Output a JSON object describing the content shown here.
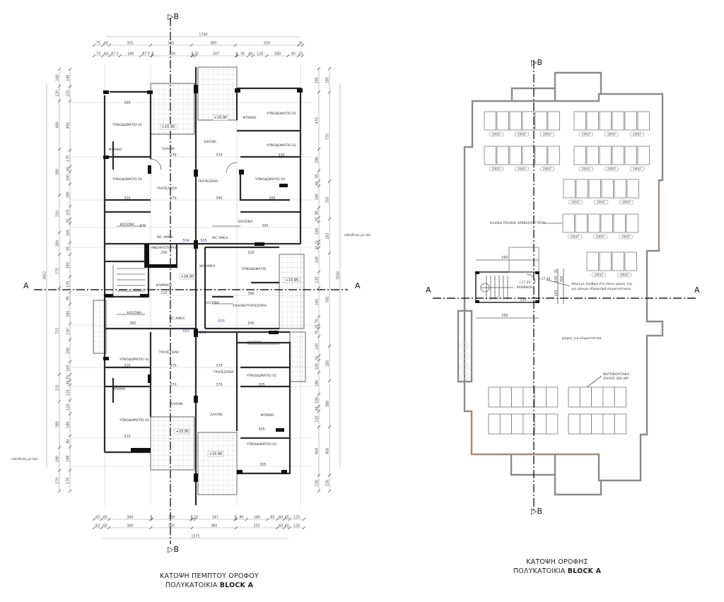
{
  "left_plan": {
    "title_line1": "ΚΑΤΟΨΗ ΠΕΜΠΤΟΥ ΟΡΟΦΟΥ",
    "title_line2_prefix": "ΠΟΛΥΚΑΤΟΙΚΙΑ ",
    "title_line2_bold": "BLOCK A",
    "section_a": "A",
    "section_b": "B",
    "top_total": "1700",
    "top_chain_1": [
      "75",
      "60",
      "355",
      "355",
      "380",
      "550",
      "35"
    ],
    "top_chain_2": [
      "75",
      "60",
      "87.5",
      "180",
      "87.5",
      "8",
      "339",
      "8",
      "25",
      "347",
      "8",
      "95",
      "40",
      "120",
      "180",
      "90",
      "35"
    ],
    "bottom_chain_1": [
      "65",
      "65",
      "360",
      "8",
      "339",
      "8",
      "25",
      "347",
      "8",
      "90",
      "180",
      "85",
      "60",
      "45",
      "125"
    ],
    "bottom_chain_2": [
      "65",
      "65",
      "360",
      "355",
      "380",
      "355",
      "60",
      "45",
      "125"
    ],
    "bottom_total": "1575",
    "left_total": "3653",
    "left_chain_outer": [
      "140",
      "120",
      "400",
      "380",
      "310",
      "180",
      "275",
      "715",
      "225",
      "380",
      "190",
      "170"
    ],
    "left_chain_inner": [
      "140",
      "120",
      "400",
      "135",
      "40",
      "100",
      "180",
      "105",
      "35",
      "160",
      "95",
      "180",
      "130",
      "95",
      "160",
      "130",
      "180",
      "105",
      "45",
      "40",
      "125",
      "110",
      "180",
      "90",
      "190",
      "170"
    ],
    "right_total": "3560",
    "right_chain_outer": [
      "195",
      "735",
      "310",
      "283",
      "765",
      "285",
      "380",
      "400",
      "130"
    ],
    "right_chain_inner": [
      "195",
      "470",
      "180",
      "85",
      "40",
      "180",
      "80",
      "35",
      "160",
      "25",
      "30",
      "200",
      "130",
      "240",
      "70",
      "25",
      "70",
      "160",
      "35",
      "100",
      "180",
      "100",
      "40",
      "130",
      "400",
      "130"
    ],
    "rooms": [
      "ΥΠΝΟΔΩΜΑΤΙΟ 01",
      "ΜΠΑΝΙΟ",
      "ΥΠΝΟΔΩΜΑΤΙΟ 02",
      "ΣΑΛΟΝΙ",
      "ΤΡΑΠΕΖΑΡΙΑ",
      "ΚΟΥΖΙΝΑ",
      "ΣΑΛΟΝΙ",
      "ΤΡΑΠΕΖΑΡΙΑ",
      "ΚΟΥΖΙΝΑ",
      "ΜΠΑΝΙΟ",
      "ΥΠΝΟΔΩΜΑΤΙΟ 01",
      "ΥΠΝΟΔΩΜΑΤΙΟ 02",
      "ΥΠΝΟΔΩΜΑΤΙΟ 03",
      "ΑΝΕΛΚΥΣΤΗΡΑΣ",
      "ΚΛΙΜΑΚΙΟ",
      "ΥΠΝΟΔΩΜΑΤΙΟ",
      "ΚΟΥΖΙΝΑ",
      "ΣΑΛΟΝΙ/ΤΡΑΠΕΖΑΡΙΑ",
      "ΚΟΥΖΙΝΑ",
      "ΚΟΥΖΙΝΑ",
      "ΥΠΝΟΔΩΜΑΤΙΟ 01",
      "ΤΡΑΠΕΖΑΡΙΑ",
      "ΜΠΑΝΙΟ",
      "ΥΠΝΟΔΩΜΑΤΙΟ 02",
      "ΣΑΛΟΝΙ",
      "ΤΡΑΠΕΖΑΡΙΑ",
      "ΥΠΝΟΔΩΜΑΤΙΟ 01",
      "ΣΑΛΟΝΙ",
      "ΜΠΑΝΙΟ",
      "ΥΠΝΟΔΩΜΑΤΙΟ 02",
      "WC ΑΜΕΑ",
      "WC ΑΜΕΑ",
      "WC ΑΜΕΑ",
      "WC ΑΜΕΑ"
    ],
    "levels": [
      "+15.95",
      "+15.95",
      "+15.95",
      "+15.95",
      "+15.95",
      "+16.00"
    ],
    "doors": [
      "501",
      "502",
      "503",
      "504",
      "505"
    ],
    "notes": [
      "επένδυση με hpl",
      "επένδυση με hpl"
    ],
    "room_dims": [
      "305",
      "370",
      "370",
      "310",
      "330",
      "305",
      "370",
      "370",
      "340",
      "305",
      "360",
      "310",
      "370",
      "370",
      "305",
      "310",
      "370",
      "370",
      "305",
      "305",
      "540",
      "390",
      "320",
      "210",
      "200"
    ]
  },
  "roof_plan": {
    "title_line1": "ΚΑΤΟΨΗ ΟΡΟΦΗΣ",
    "title_line2_prefix": "ΠΟΛΥΚΑΤΟΙΚΙΑ ",
    "title_line2_bold": "BLOCK A",
    "section_a": "A",
    "section_b": "B",
    "tank_label": "200LT",
    "solar_heaters_label": "ΗΛΙΑΚΑ ΠΛΑΙΣΙΑ ΧΑΜΗΛΟΥ ΤΥΠΟΥ",
    "door_note_line1": "Θύρα με λούβρα στο πάνω μέρος της",
    "door_note_line2": "για μόνιμο εξαερισμό κλιματιστικών",
    "ac_area_label": "χώρος για κλιματιστικά",
    "pv_label_line1": "ΦΩΤΟΒΟΛΤΑΙΚΑ",
    "pv_label_line2": "ΙΣΧΥΟΣ 300 WP",
    "stair_label": "ΚΛΙΜΑΚΙΟ",
    "stair_level": "+17.20",
    "door_level": "+17.20",
    "dim_top": "560",
    "dim_bottom": "560",
    "dim_stair": "210",
    "dim_vertical": [
      "35",
      "130",
      "300",
      "165"
    ]
  },
  "colors": {
    "line": "#2a2a2a",
    "roof_outline": "#8a8a8a",
    "accent_orange": "#c9874a",
    "door_number": "#3a47b0"
  }
}
